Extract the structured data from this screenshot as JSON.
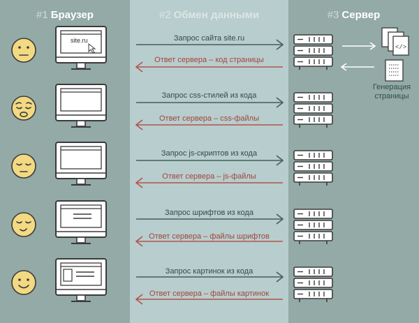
{
  "columns": [
    {
      "num": "#1",
      "title": "Браузер"
    },
    {
      "num": "#2",
      "title": "Обмен данными"
    },
    {
      "num": "#3",
      "title": "Сервер"
    }
  ],
  "browser_screen_text": "site.ru",
  "rows": [
    {
      "request": "Запрос сайта site.ru",
      "response": "Ответ сервера – код страницы",
      "mood": "neutral"
    },
    {
      "request": "Запрос css-стилей из кода",
      "response": "Ответ сервера – css-файлы",
      "mood": "tired"
    },
    {
      "request": "Запрос js-скриптов из кода",
      "response": "Ответ сервера – js-файлы",
      "mood": "sleepy"
    },
    {
      "request": "Запрос шрифтов из кода",
      "response": "Ответ сервера – файлы шрифтов",
      "mood": "relieved"
    },
    {
      "request": "Запрос картинок из кода",
      "response": "Ответ сервера – файлы картинок",
      "mood": "happy"
    }
  ],
  "server_side_label": "Генерация страницы",
  "colors": {
    "browser_bg": "#93aaa7",
    "exchange_bg": "#b8cdcd",
    "server_bg": "#93aaa7",
    "request_arrow": "#3f615c",
    "response_arrow": "#b0554c",
    "face": "#f2d982",
    "ink": "#3a3a3a"
  }
}
